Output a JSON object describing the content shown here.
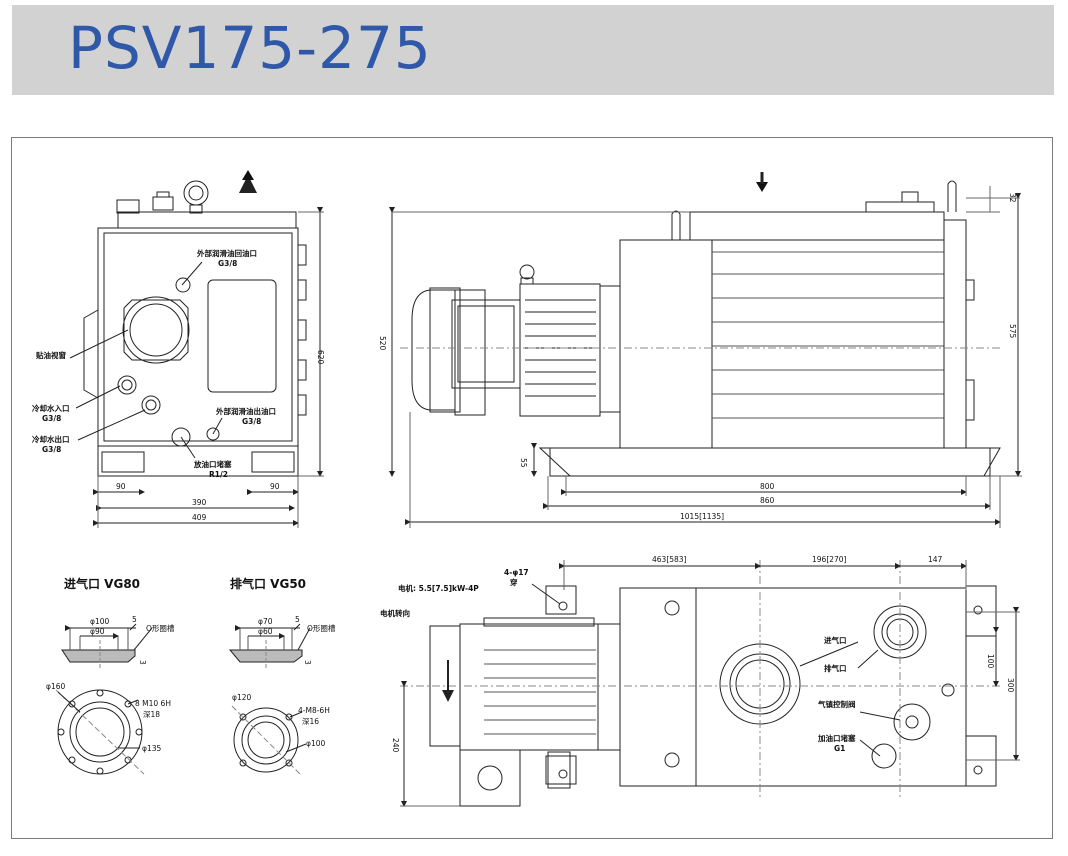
{
  "title": "PSV175-275",
  "front_view": {
    "labels": {
      "ext_oil_return": "外部润滑油回油口",
      "ext_oil_return_size": "G3/8",
      "sight_glass": "贴油视窗",
      "cooling_in": "冷却水入口",
      "cooling_in_size": "G3/8",
      "cooling_out": "冷却水出口",
      "cooling_out_size": "G3/8",
      "ext_oil_outlet": "外部润滑油出油口",
      "ext_oil_outlet_size": "G3/8",
      "drain_plug": "放油口堵塞",
      "drain_plug_size": "R1/2"
    },
    "dims": {
      "foot_left": "90",
      "foot_right": "90",
      "width_inner": "390",
      "width_outer": "409",
      "height": "620"
    }
  },
  "side_view": {
    "dims": {
      "height_left": "520",
      "height_right": "575",
      "top": "32",
      "base_height": "55",
      "base_inner": "800",
      "base_outer": "860",
      "overall_length": "1015[1135]"
    }
  },
  "inlet_flange": {
    "title": "进气口 VG80",
    "labels": {
      "d1": "φ100",
      "d2": "φ90",
      "gap": "5",
      "oring": "O形圈槽",
      "depth": "3",
      "outer": "φ160",
      "bolt": "8 M10 6H",
      "bolt_depth": "深18",
      "pcd": "φ135"
    }
  },
  "outlet_flange": {
    "title": "排气口 VG50",
    "labels": {
      "d1": "φ70",
      "d2": "φ60",
      "gap": "5",
      "oring": "O形圈槽",
      "depth": "3",
      "outer": "φ120",
      "bolt": "4-M8-6H",
      "bolt_depth": "深16",
      "pcd": "φ100"
    }
  },
  "top_view": {
    "labels": {
      "holes": "4-φ17",
      "holes_sub": "穿",
      "motor": "电机: 5.5[7.5]kW-4P",
      "rotation": "电机转向",
      "inlet": "进气口",
      "outlet": "排气口",
      "gas_ballast": "气镇控制阀",
      "oil_fill": "加油口堵塞",
      "oil_fill_size": "G1"
    },
    "dims": {
      "d_left": "463[583]",
      "d_mid": "196[270]",
      "d_right": "147",
      "h_small": "100",
      "h_big": "300",
      "h_left": "240"
    }
  }
}
